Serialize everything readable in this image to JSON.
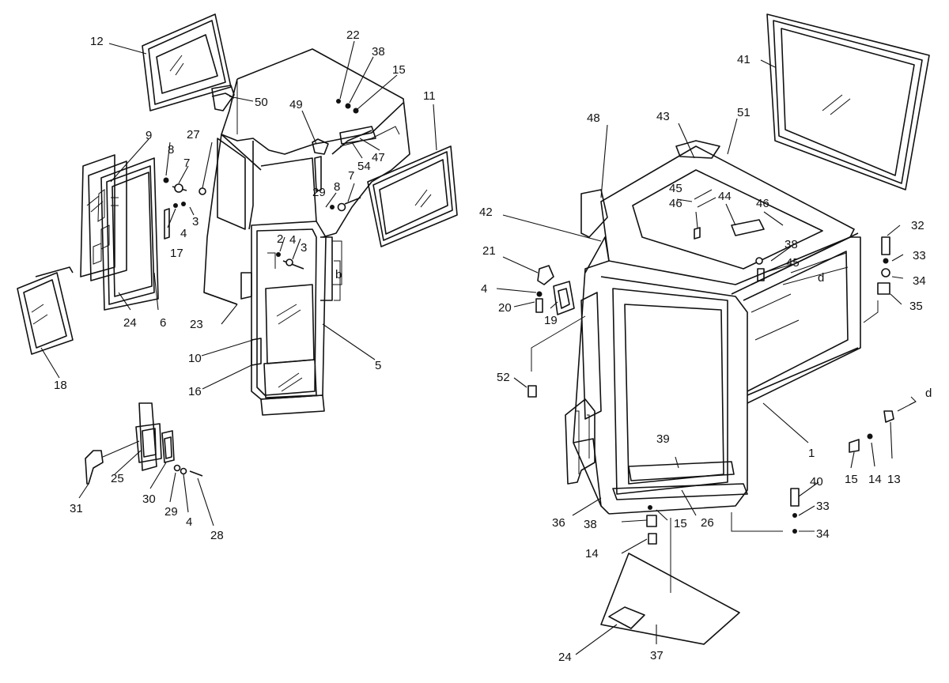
{
  "callouts": [
    "1",
    "2",
    "3",
    "3",
    "4",
    "4",
    "4",
    "4",
    "5",
    "6",
    "7",
    "7",
    "8",
    "8",
    "9",
    "10",
    "11",
    "12",
    "13",
    "14",
    "14",
    "15",
    "15",
    "15",
    "16",
    "17",
    "18",
    "19",
    "20",
    "21",
    "22",
    "23",
    "24",
    "24",
    "25",
    "26",
    "27",
    "28",
    "29",
    "29",
    "30",
    "31",
    "32",
    "33",
    "33",
    "34",
    "34",
    "35",
    "36",
    "37",
    "38",
    "38",
    "38",
    "39",
    "40",
    "41",
    "42",
    "43",
    "44",
    "45",
    "45",
    "46",
    "46",
    "47",
    "48",
    "49",
    "50",
    "51",
    "52",
    "54"
  ],
  "markers": {
    "b": "b",
    "d1": "d",
    "d2": "d"
  }
}
